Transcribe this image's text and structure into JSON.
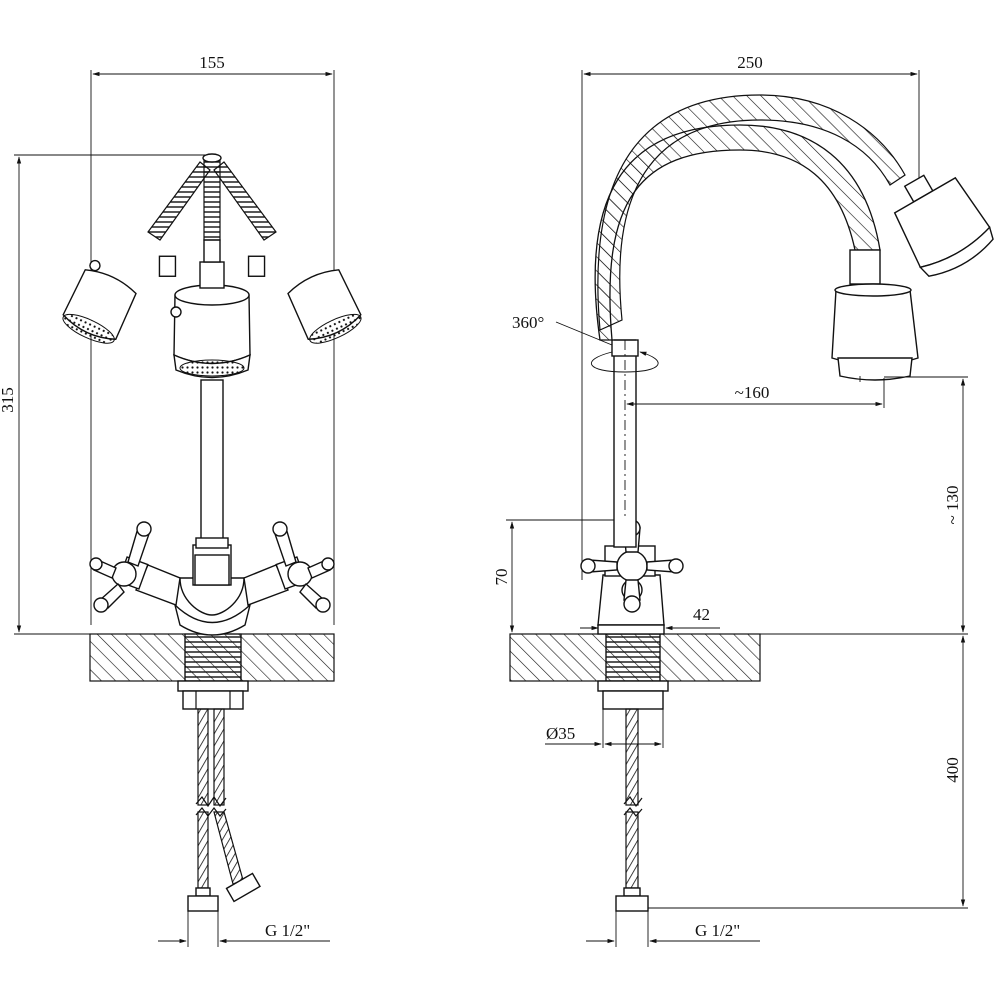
{
  "front_view": {
    "width_dim": "155",
    "height_dim": "315",
    "thread_dim": "G 1/2\""
  },
  "side_view": {
    "width_dim": "250",
    "rotation_dim": "360°",
    "reach_dim": "~160",
    "spout_height_dim": "~ 130",
    "body_height_dim": "70",
    "body_width_dim": "42",
    "base_diameter_dim": "Ø35",
    "hose_length_dim": "400",
    "thread_dim": "G 1/2\""
  }
}
